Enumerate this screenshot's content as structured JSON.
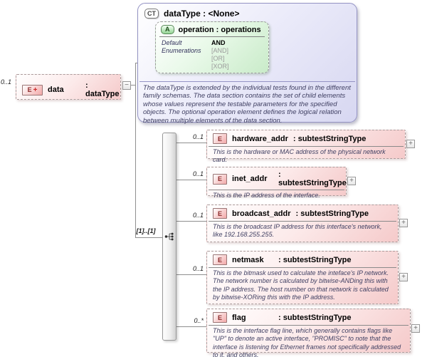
{
  "complex_type": {
    "icon": "CT",
    "title": "dataType : <None>",
    "attribute": {
      "icon": "A",
      "title": "operation : operations",
      "default_label": "Default",
      "default_value": "AND",
      "enumerations_label": "Enumerations",
      "enums": [
        "[AND]",
        "[OR]",
        "[XOR]"
      ]
    },
    "description": "The dataType is extended by the individual tests found in the different family schemas.  The data section contains the set of child elements whose values represent the testable parameters for the specified objects. The optional operation element defines the logical relation between multiple elements of the data section."
  },
  "root_element": {
    "cardinality": "0..1",
    "icon": "E",
    "icon_plus": "+",
    "name": "data",
    "type_display": ": dataType"
  },
  "sequence": {
    "occurrence": "[1]..[1]"
  },
  "children": [
    {
      "cardinality": "0..1",
      "icon": "E",
      "name": "hardware_addr",
      "type_display": ": subtestStringType",
      "description": "This is the hardware or MAC address of the physical network card."
    },
    {
      "cardinality": "0..1",
      "icon": "E",
      "name": "inet_addr",
      "type_display": ": subtestStringType",
      "description": "This is the IP address of the interface."
    },
    {
      "cardinality": "0..1",
      "icon": "E",
      "name": "broadcast_addr",
      "type_display": ": subtestStringType",
      "description": "This is the broadcast IP address for this interface's network, like 192.168.255.255."
    },
    {
      "cardinality": "0..1",
      "icon": "E",
      "name": "netmask",
      "type_display": ": subtestStringType",
      "description": "This is the bitmask used to calculate the inteface's IP network.  The network number is calculated by bitwise-ANDing this with the IP address. The host number on that network is calculated by bitwise-XORing this with the IP address."
    },
    {
      "cardinality": "0..*",
      "icon": "E",
      "name": "flag",
      "type_display": ": subtestStringType",
      "description": "This is the interface flag line, which generally contains flags like \"UP\" to denote an active interface, \"PROMISC\" to note that the interface is listening for Ethernet frames not specifically addressed to it, and others."
    }
  ],
  "toggles": {
    "collapse": "−",
    "expand": "+"
  },
  "colors": {
    "complex_type_fill": "#d7d7f1",
    "complex_type_border": "#9493c4",
    "attribute_fill": "#c9ebc9",
    "element_fill": "#f5caca",
    "element_letter": "#8b2a2a",
    "annotation_text": "#3f3f62",
    "connector": "#8f8f8f"
  }
}
